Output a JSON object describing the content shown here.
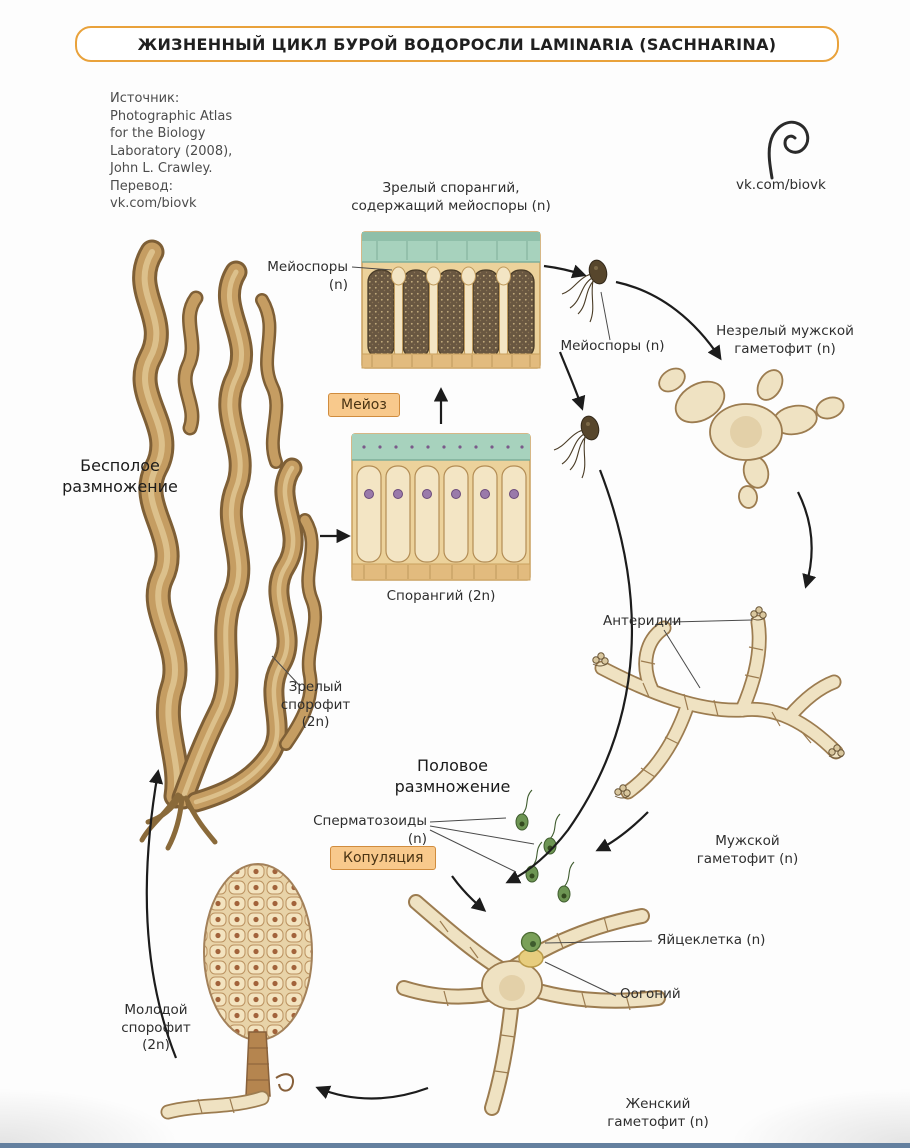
{
  "page": {
    "title": "ЖИЗНЕННЫЙ ЦИКЛ БУРОЙ ВОДОРОСЛИ LAMINARIA (SACHHARINA)",
    "accent_color": "#e9a23b",
    "badge_bg": "#f8c98c",
    "footer_color": "#64809f"
  },
  "source": {
    "text": "Источник:\nPhotographic Atlas\nfor the Biology\nLaboratory (2008),\nJohn L. Crawley.\nПеревод:\nvk.com/biovk"
  },
  "logo": {
    "caption": "vk.com/biovk",
    "icon": "fern-spiral-icon"
  },
  "headings": {
    "asexual": "Бесполое\nразмножение",
    "sexual": "Половое\nразмножение"
  },
  "badges": {
    "meiosis": "Мейоз",
    "copulation": "Копуляция"
  },
  "labels": {
    "mature_sporangium": "Зрелый спорангий,\nсодержащий мейоспоры (n)",
    "meiospores_left": "Мейоспоры (n)",
    "meiospores_right": "Мейоспоры (n)",
    "sporangium": "Спорангий (2n)",
    "mature_sporophyte": "Зрелый спорофит\n(2n)",
    "immature_male_gametophyte": "Незрелый мужской\nгаметофит (n)",
    "antheridia": "Антеридии",
    "spermatozoa": "Сперматозоиды (n)",
    "male_gametophyte": "Мужской\nгаметофит (n)",
    "egg_cell": "Яйцеклетка (n)",
    "oogonium": "Оогоний",
    "young_sporophyte": "Молодой\nспорофит\n(2n)",
    "female_gametophyte": "Женский\nгаметофит (n)"
  }
}
